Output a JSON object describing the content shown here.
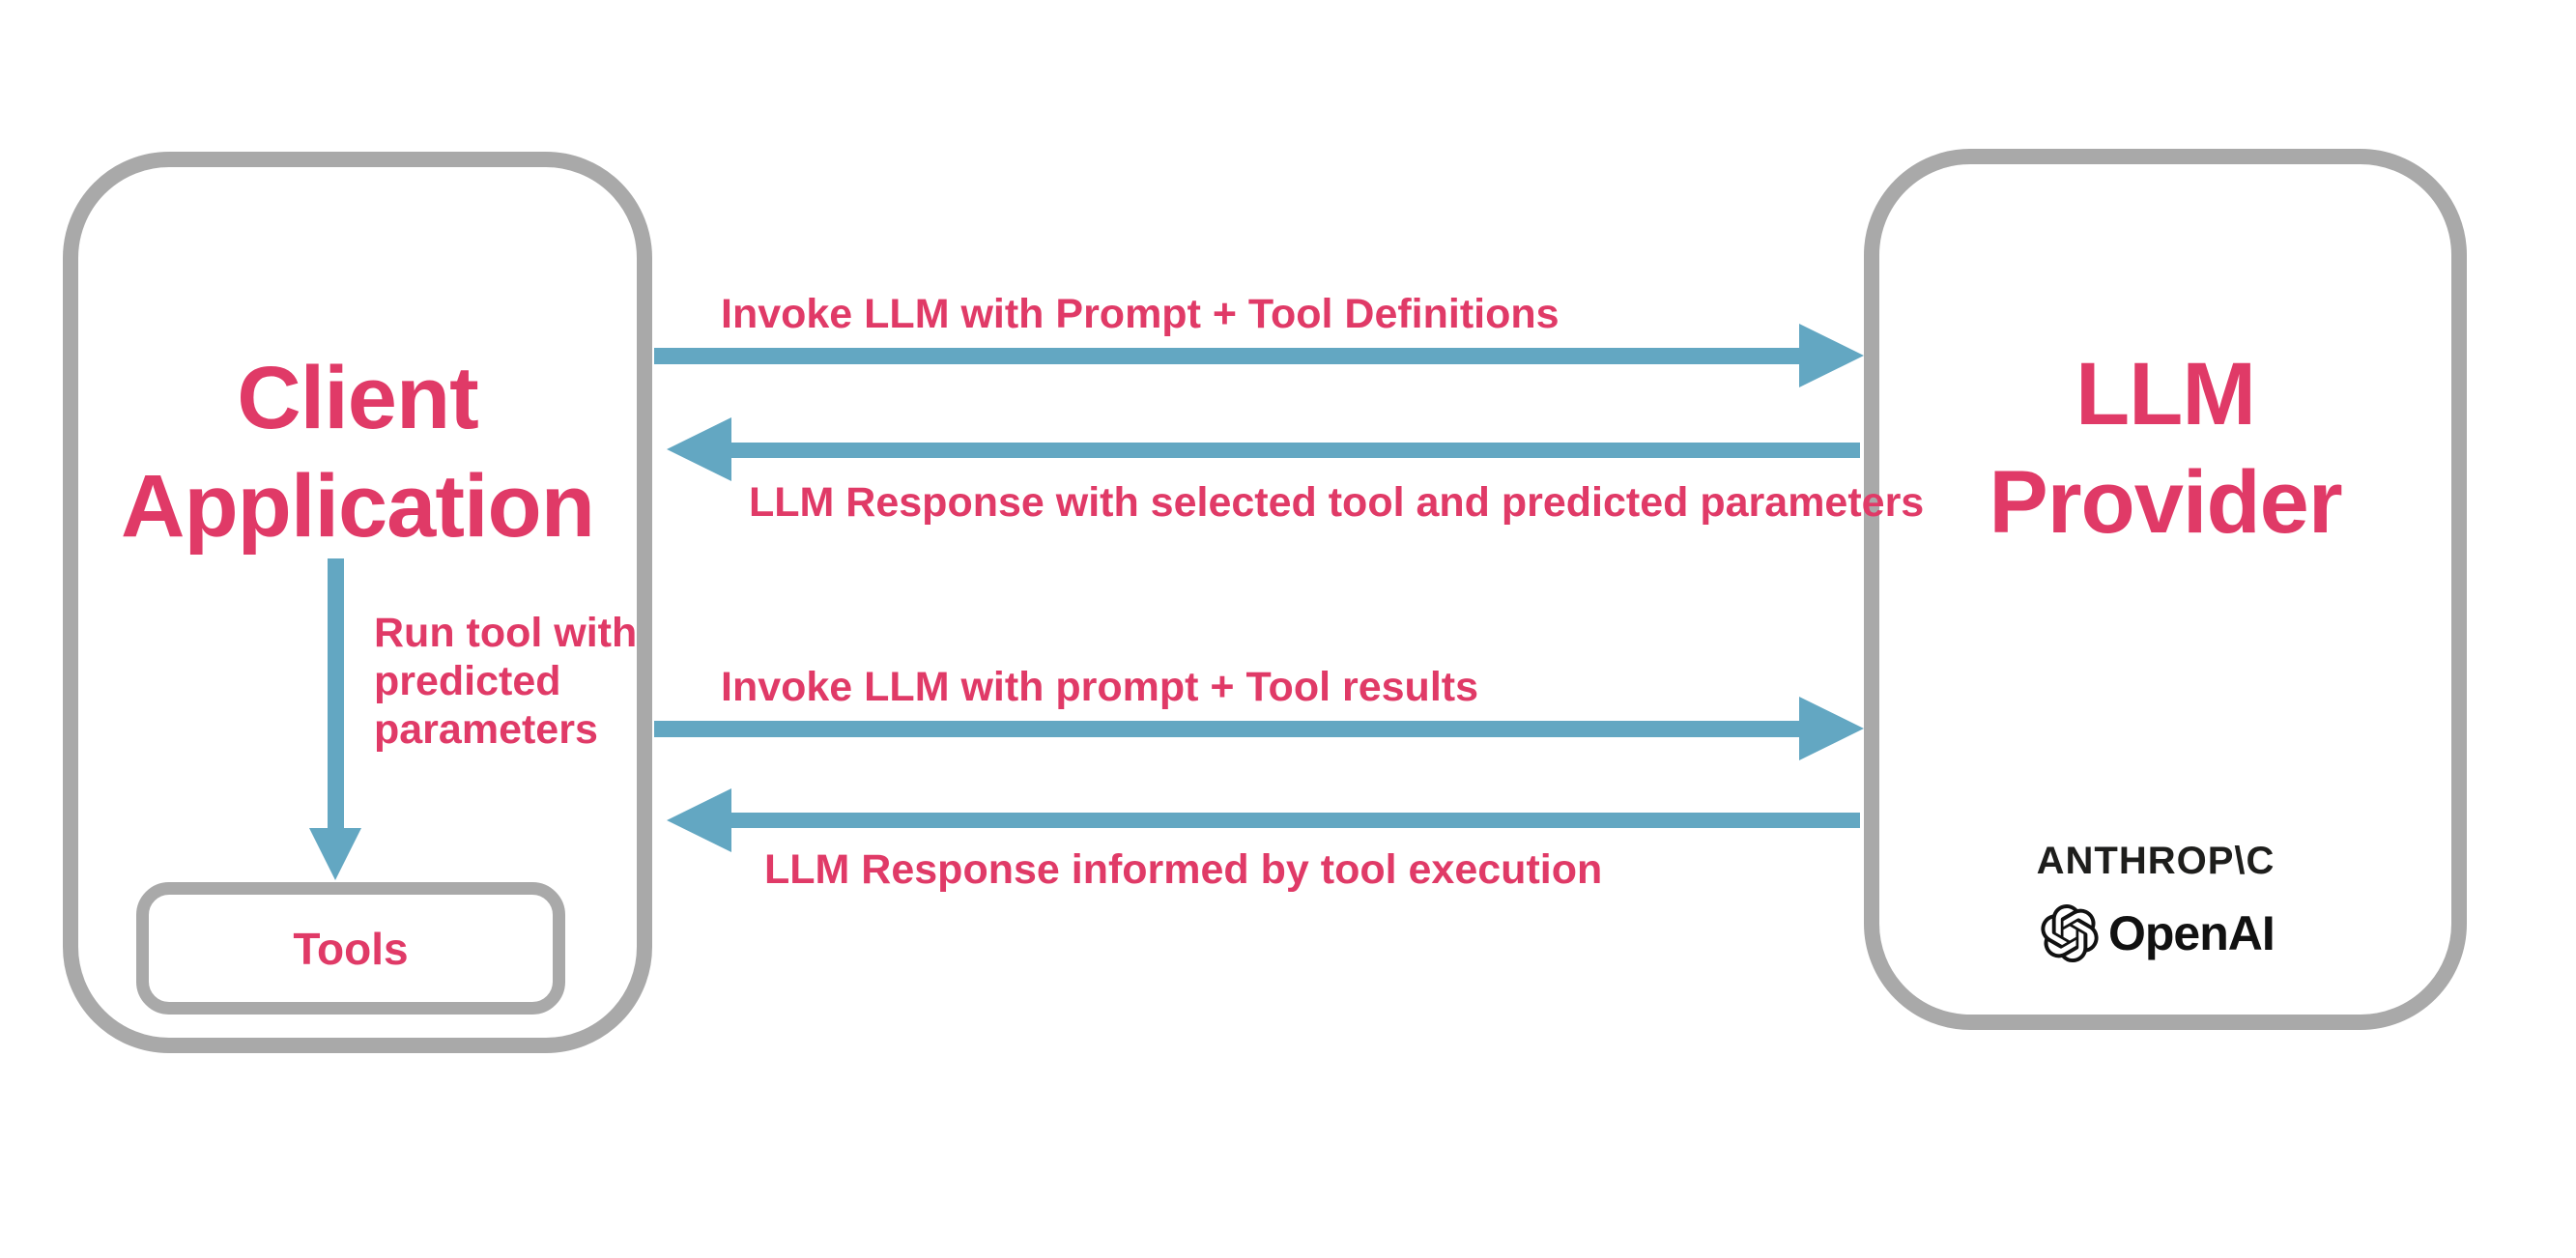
{
  "colors": {
    "accent_pink": "#e03a67",
    "arrow_blue": "#63a7c2",
    "border_gray": "#a9a9a9",
    "logo_ink": "#1e1e1c",
    "background": "#ffffff"
  },
  "client_box": {
    "title_line1": "Client",
    "title_line2": "Application",
    "tools_label": "Tools"
  },
  "provider_box": {
    "title_line1": "LLM",
    "title_line2": "Provider",
    "anthropic_wordmark": "ANTHROP\\C",
    "openai_wordmark": "OpenAI"
  },
  "flows": [
    {
      "direction": "right",
      "label": "Invoke LLM with Prompt + Tool Definitions"
    },
    {
      "direction": "left",
      "label": "LLM Response with selected tool and predicted parameters"
    },
    {
      "direction": "right",
      "label": "Invoke LLM with prompt + Tool results"
    },
    {
      "direction": "left",
      "label": "LLM Response informed by tool execution"
    },
    {
      "direction": "down",
      "label": "Run tool with\npredicted\nparameters"
    }
  ]
}
